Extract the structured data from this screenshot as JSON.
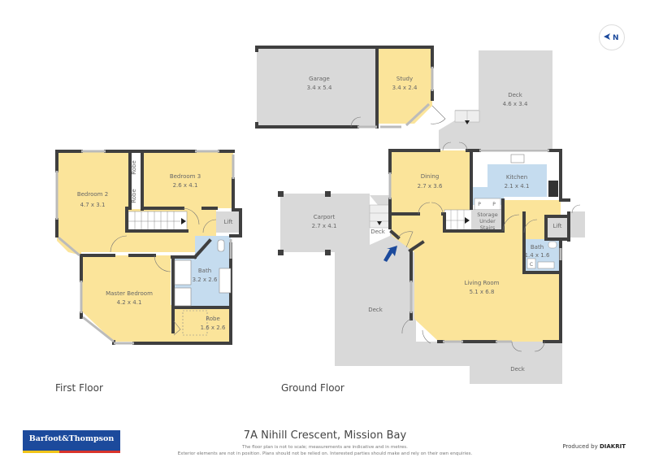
{
  "address": "7A Nihill Crescent, Mission Bay",
  "disclaimer": {
    "line1": "The floor plan is not to scale; measurements are indicative and in metres.",
    "line2": "Exterior elements are not in position. Plans should not be relied on. Interested parties should make and rely on their own enquiries."
  },
  "producer": {
    "prefix": "Produced by",
    "name": "DIAKRIT"
  },
  "brand": {
    "name": "Barfoot&Thompson",
    "color": "#1c4a9c",
    "accent_yellow": "#f0c419",
    "accent_red": "#d9342b"
  },
  "compass": {
    "label": "N"
  },
  "colors": {
    "room_yellow": "#fbe49a",
    "room_blue": "#c5dcef",
    "exterior_grey": "#d9d9d9",
    "wall": "#3f3f3f",
    "entry_arrow": "#1c4a9c"
  },
  "floors": {
    "first": {
      "label": "First Floor",
      "rooms": [
        {
          "name": "Bedroom 2",
          "dims": "4.7 x 3.1"
        },
        {
          "name": "Bedroom 3",
          "dims": "2.6 x 4.1"
        },
        {
          "name": "Robe",
          "dims": ""
        },
        {
          "name": "Robe",
          "dims": ""
        },
        {
          "name": "Lift",
          "dims": ""
        },
        {
          "name": "Bath",
          "dims": "3.2 x 2.6"
        },
        {
          "name": "Master Bedroom",
          "dims": "4.2 x 4.1"
        },
        {
          "name": "Robe",
          "dims": "1.6 x 2.6"
        }
      ]
    },
    "ground": {
      "label": "Ground Floor",
      "rooms": [
        {
          "name": "Garage",
          "dims": "3.4 x 5.4"
        },
        {
          "name": "Study",
          "dims": "3.4 x 2.4"
        },
        {
          "name": "Deck",
          "dims": "4.6 x 3.4"
        },
        {
          "name": "Dining",
          "dims": "2.7 x 3.6"
        },
        {
          "name": "Kitchen",
          "dims": "2.1 x 4.1"
        },
        {
          "name": "Carport",
          "dims": "2.7 x 4.1"
        },
        {
          "name": "Storage Under Stairs",
          "dims": ""
        },
        {
          "name": "Lift",
          "dims": ""
        },
        {
          "name": "Bath",
          "dims": "1.4 x 1.6"
        },
        {
          "name": "Deck",
          "dims": ""
        },
        {
          "name": "Living Room",
          "dims": "5.1 x 6.8"
        },
        {
          "name": "Deck",
          "dims": ""
        },
        {
          "name": "Deck",
          "dims": ""
        }
      ],
      "fixtures": {
        "pantry": "P",
        "cupboard": "C"
      }
    }
  }
}
